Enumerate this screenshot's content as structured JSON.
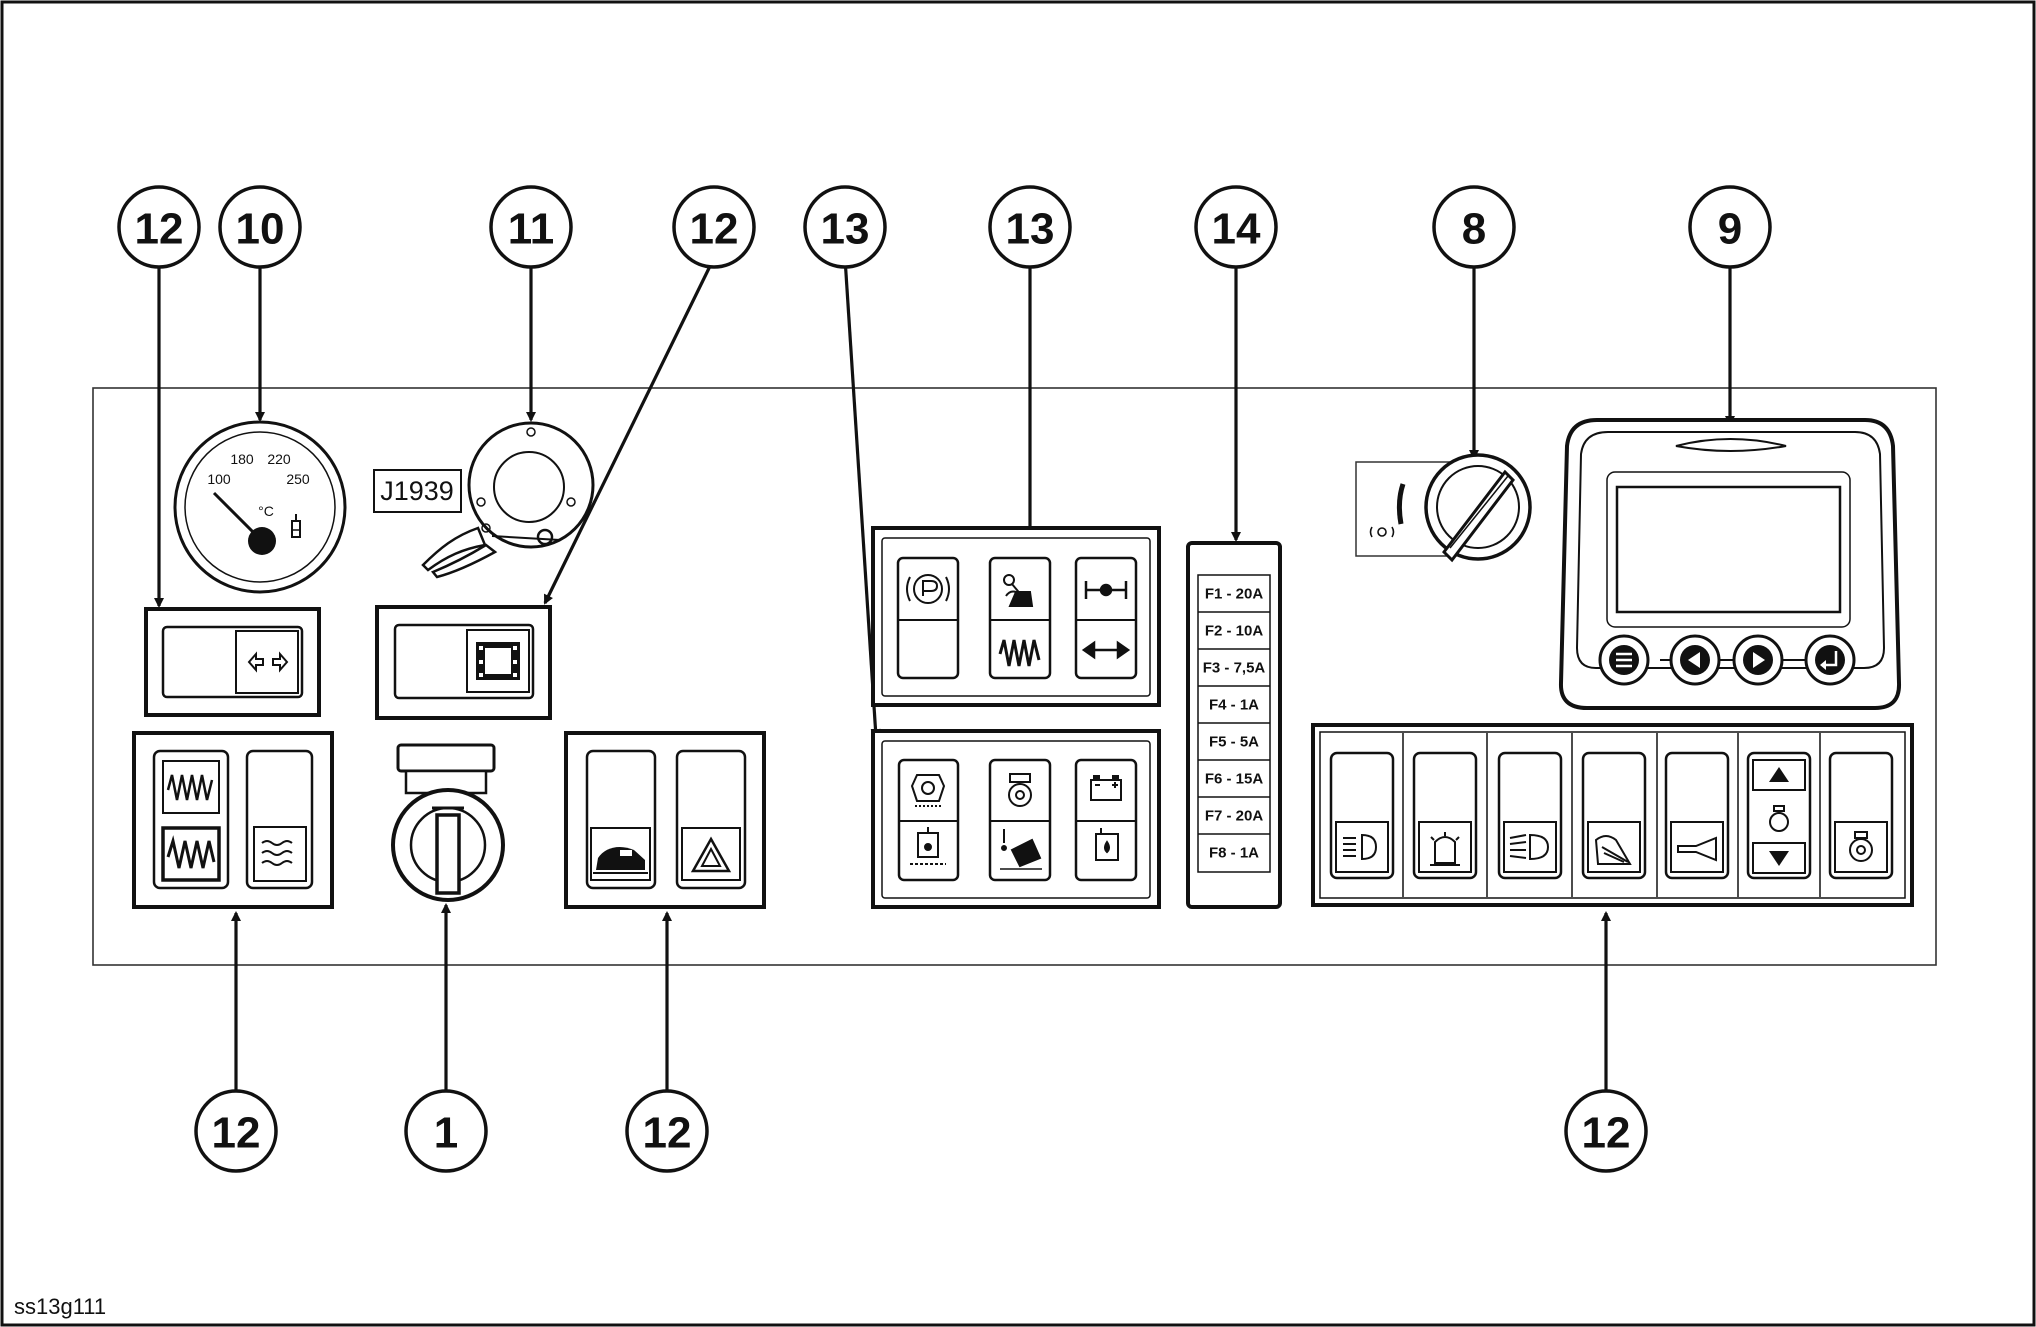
{
  "callouts": {
    "c12_top_left": "12",
    "c10": "10",
    "c11": "11",
    "c12_top_mid": "12",
    "c13_left": "13",
    "c13_right": "13",
    "c14": "14",
    "c8": "8",
    "c9": "9",
    "c12_bottom_left": "12",
    "c1": "1",
    "c12_bottom_mid": "12",
    "c12_bottom_right": "12"
  },
  "gauge": {
    "scale_labels": [
      "100",
      "180",
      "220",
      "250"
    ],
    "unit": "°C"
  },
  "connector_label": "J1939",
  "fuses": [
    "F1 - 20A",
    "F2 - 10A",
    "F3 - 7,5A",
    "F4 - 1A",
    "F5 - 5A",
    "F6 - 15A",
    "F7 - 20A",
    "F8 - 1A"
  ],
  "figure_ref": "ss13g111",
  "icons": [
    "temperature-gauge-icon",
    "ignition-key-icon",
    "connector-plug-icon",
    "rotary-knob-icon",
    "lcd-display-icon",
    "parking-brake-icon",
    "joystick-icon",
    "axle-lock-icon",
    "spring-icon",
    "shift-arrows-icon",
    "engine-warning-icon",
    "transmission-icon",
    "battery-icon",
    "fuel-filter-icon",
    "hazard-icon",
    "headlight-icon",
    "beacon-icon",
    "horn-icon",
    "wiper-icon",
    "up-down-arrow-icon"
  ]
}
